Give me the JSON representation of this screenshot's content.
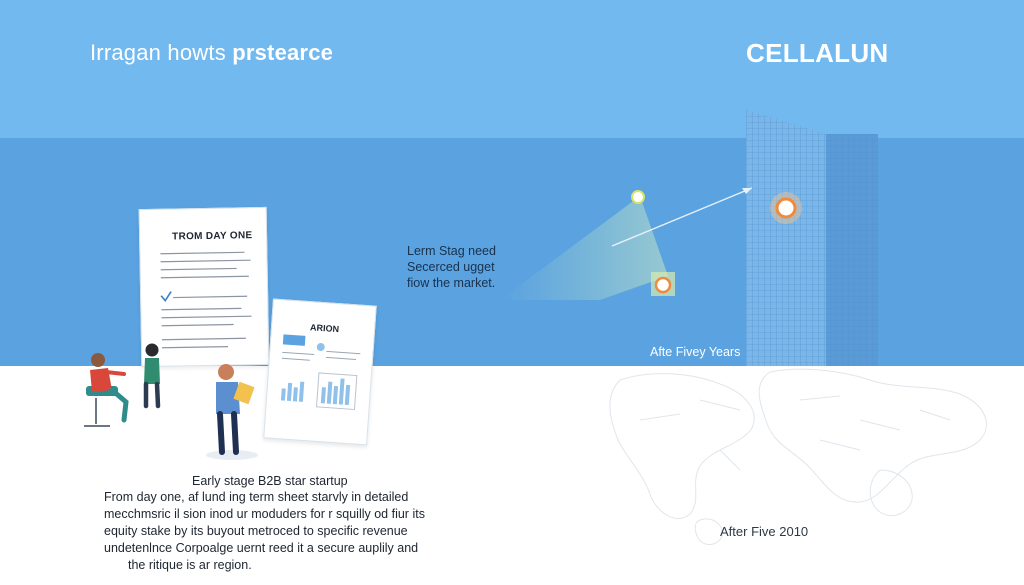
{
  "header": {
    "title_light": "Irragan howts ",
    "title_bold": "prstearce",
    "brand": "CELLALUN"
  },
  "callout": {
    "lines": [
      "Lerm Stag need",
      "Secerced ugget",
      "fiow the market."
    ]
  },
  "labels": {
    "after_top": "Afte Fivey Years",
    "after_bottom": "After Five 2010"
  },
  "documents": {
    "term_sheet_title": "TRОМ DAY ONE",
    "report_title": "ARION"
  },
  "caption": {
    "title": "Early stage B2B star startup",
    "lines": [
      "From day one, af lund ing term sheet starvly in detailed",
      "mecchmsric il sion inod ur moduders for r squilly od fiur its",
      "equity stake by its buyout metroced to specific revenue",
      "undetenlnce Corpoalge uernt reed it a secure auplily and",
      "the ritique is ar region."
    ]
  },
  "colors": {
    "sky": "#72b9f0",
    "band": "#5aa2e0",
    "tower": "#79b4e6",
    "marker": "#f08a3c"
  }
}
